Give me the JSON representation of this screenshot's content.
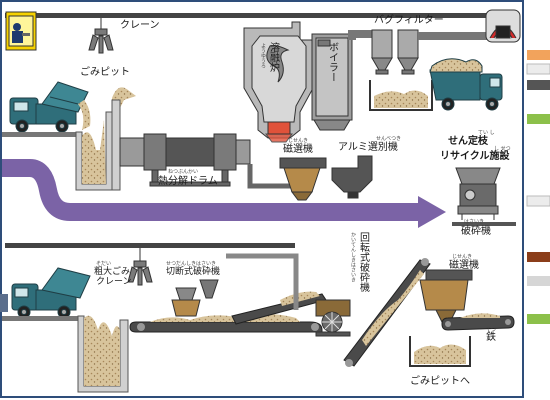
{
  "labels": {
    "crane": "クレーン",
    "garbage_pit": "ごみピット",
    "melting_furnace": "溶融炉",
    "melting_furnace_ruby": "ようゆうろ",
    "boiler": "ボイラー",
    "bag_filter": "バグフィルター",
    "pyrolysis_drum": "熱分解ドラム",
    "pyrolysis_drum_ruby": "ねつぶんかい",
    "magnetic_separator_top": "磁選機",
    "magnetic_separator_top_ruby": "じせんき",
    "aluminum_separator": "アルミ選別機",
    "aluminum_separator_ruby": "せんべつき",
    "recycling_facility_line1": "せん定枝",
    "recycling_facility_line2": "リサイクル施設",
    "recycling_facility_ruby1": "てい し",
    "recycling_facility_ruby2": "し せつ",
    "shredder": "破砕機",
    "shredder_ruby": "はさいき",
    "bulky_garbage_crane_line1": "粗大ごみ",
    "bulky_garbage_crane_line2": "クレーン",
    "bulky_garbage_crane_ruby": "そだい",
    "cutting_crusher": "切断式破砕機",
    "cutting_crusher_ruby": "せつだんしきはさいき",
    "rotary_crusher": "回転式破砕機",
    "rotary_crusher_ruby": "かいてんしきはさいき",
    "magnetic_separator_bottom": "磁選機",
    "magnetic_separator_bottom_ruby": "じせんき",
    "iron": "鉄",
    "iron_ruby": "てつ",
    "to_garbage_pit": "ごみピットへ"
  },
  "legend_colors": [
    "#f2a35c",
    "#d9d9d9",
    "#555555",
    "#8cc04a",
    "#e8e8e8",
    "#8b3e1a",
    "#cfcfcf",
    "#8cc04a"
  ],
  "colors": {
    "flow_arrow": "#7b63a6",
    "machine_gray": "#8a8a8a",
    "ground_gray": "#6e6e6e",
    "truck_teal": "#2f6e7a",
    "waste_tan": "#c9a97a",
    "hopper_tan": "#b58a4a",
    "furnace_glow": "#e0523a"
  }
}
